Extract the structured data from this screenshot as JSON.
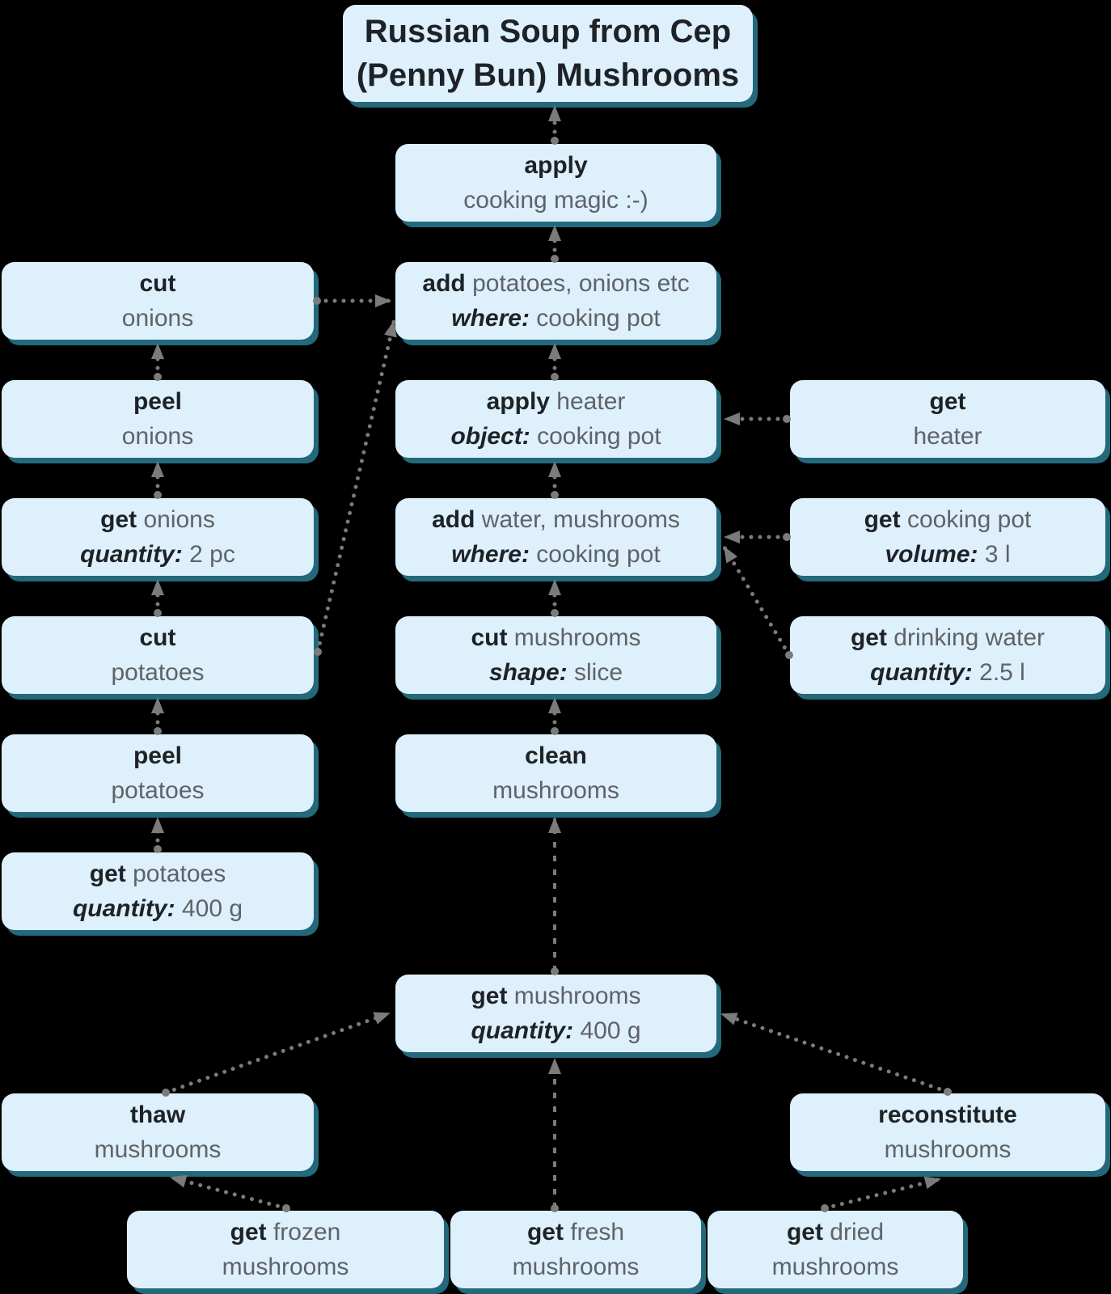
{
  "diagram_title": "Russian Soup from Cep (Penny Bun) Mushrooms",
  "colors": {
    "background": "#000000",
    "node_fill": "#ddf0fb",
    "node_shadow": "#23697b",
    "text_primary": "#1e2226",
    "text_secondary": "#5f6368",
    "arrow": "#7b7b7b"
  },
  "nodes": [
    {
      "id": "title",
      "l1b": "Russian Soup from Cep",
      "l1": "",
      "l2b": "(Penny Bun) Mushrooms",
      "l2i": "",
      "l2": ""
    },
    {
      "id": "apply-magic",
      "l1b": "apply",
      "l1": "",
      "l2b": "",
      "l2i": "",
      "l2": "cooking magic :-)"
    },
    {
      "id": "cut-onions",
      "l1b": "cut",
      "l1": "",
      "l2b": "",
      "l2i": "",
      "l2": "onions"
    },
    {
      "id": "add-potatoes",
      "l1b": "add",
      "l1": " potatoes, onions etc",
      "l2b": "",
      "l2i": "where:",
      "l2": " cooking pot"
    },
    {
      "id": "peel-onions",
      "l1b": "peel",
      "l1": "",
      "l2b": "",
      "l2i": "",
      "l2": "onions"
    },
    {
      "id": "apply-heater",
      "l1b": "apply",
      "l1": " heater",
      "l2b": "",
      "l2i": "object:",
      "l2": " cooking pot"
    },
    {
      "id": "get-heater",
      "l1b": "get",
      "l1": "",
      "l2b": "",
      "l2i": "",
      "l2": "heater"
    },
    {
      "id": "get-onions",
      "l1b": "get",
      "l1": " onions",
      "l2b": "",
      "l2i": "quantity:",
      "l2": " 2 pc"
    },
    {
      "id": "add-water",
      "l1b": "add",
      "l1": " water, mushrooms",
      "l2b": "",
      "l2i": "where:",
      "l2": " cooking pot"
    },
    {
      "id": "get-cooking-pot",
      "l1b": "get",
      "l1": " cooking pot",
      "l2b": "",
      "l2i": "volume:",
      "l2": " 3 l"
    },
    {
      "id": "cut-potatoes",
      "l1b": "cut",
      "l1": "",
      "l2b": "",
      "l2i": "",
      "l2": "potatoes"
    },
    {
      "id": "cut-mushrooms",
      "l1b": "cut",
      "l1": " mushrooms",
      "l2b": "",
      "l2i": "shape:",
      "l2": " slice"
    },
    {
      "id": "get-drinking-water",
      "l1b": "get",
      "l1": " drinking water",
      "l2b": "",
      "l2i": "quantity:",
      "l2": " 2.5 l"
    },
    {
      "id": "peel-potatoes",
      "l1b": "peel",
      "l1": "",
      "l2b": "",
      "l2i": "",
      "l2": "potatoes"
    },
    {
      "id": "clean-mushrooms",
      "l1b": "clean",
      "l1": "",
      "l2b": "",
      "l2i": "",
      "l2": "mushrooms"
    },
    {
      "id": "get-potatoes",
      "l1b": "get",
      "l1": " potatoes",
      "l2b": "",
      "l2i": "quantity:",
      "l2": " 400 g"
    },
    {
      "id": "get-mushrooms",
      "l1b": "get",
      "l1": " mushrooms",
      "l2b": "",
      "l2i": "quantity:",
      "l2": " 400 g"
    },
    {
      "id": "thaw-mushrooms",
      "l1b": "thaw",
      "l1": "",
      "l2b": "",
      "l2i": "",
      "l2": "mushrooms"
    },
    {
      "id": "reconstitute-mushrooms",
      "l1b": "reconstitute",
      "l1": "",
      "l2b": "",
      "l2i": "",
      "l2": "mushrooms"
    },
    {
      "id": "get-frozen-mushrooms",
      "l1b": "get",
      "l1": " frozen",
      "l2b": "",
      "l2i": "",
      "l2": "mushrooms"
    },
    {
      "id": "get-fresh-mushrooms",
      "l1b": "get",
      "l1": " fresh",
      "l2b": "",
      "l2i": "",
      "l2": "mushrooms"
    },
    {
      "id": "get-dried-mushrooms",
      "l1b": "get",
      "l1": " dried",
      "l2b": "",
      "l2i": "",
      "l2": "mushrooms"
    }
  ]
}
